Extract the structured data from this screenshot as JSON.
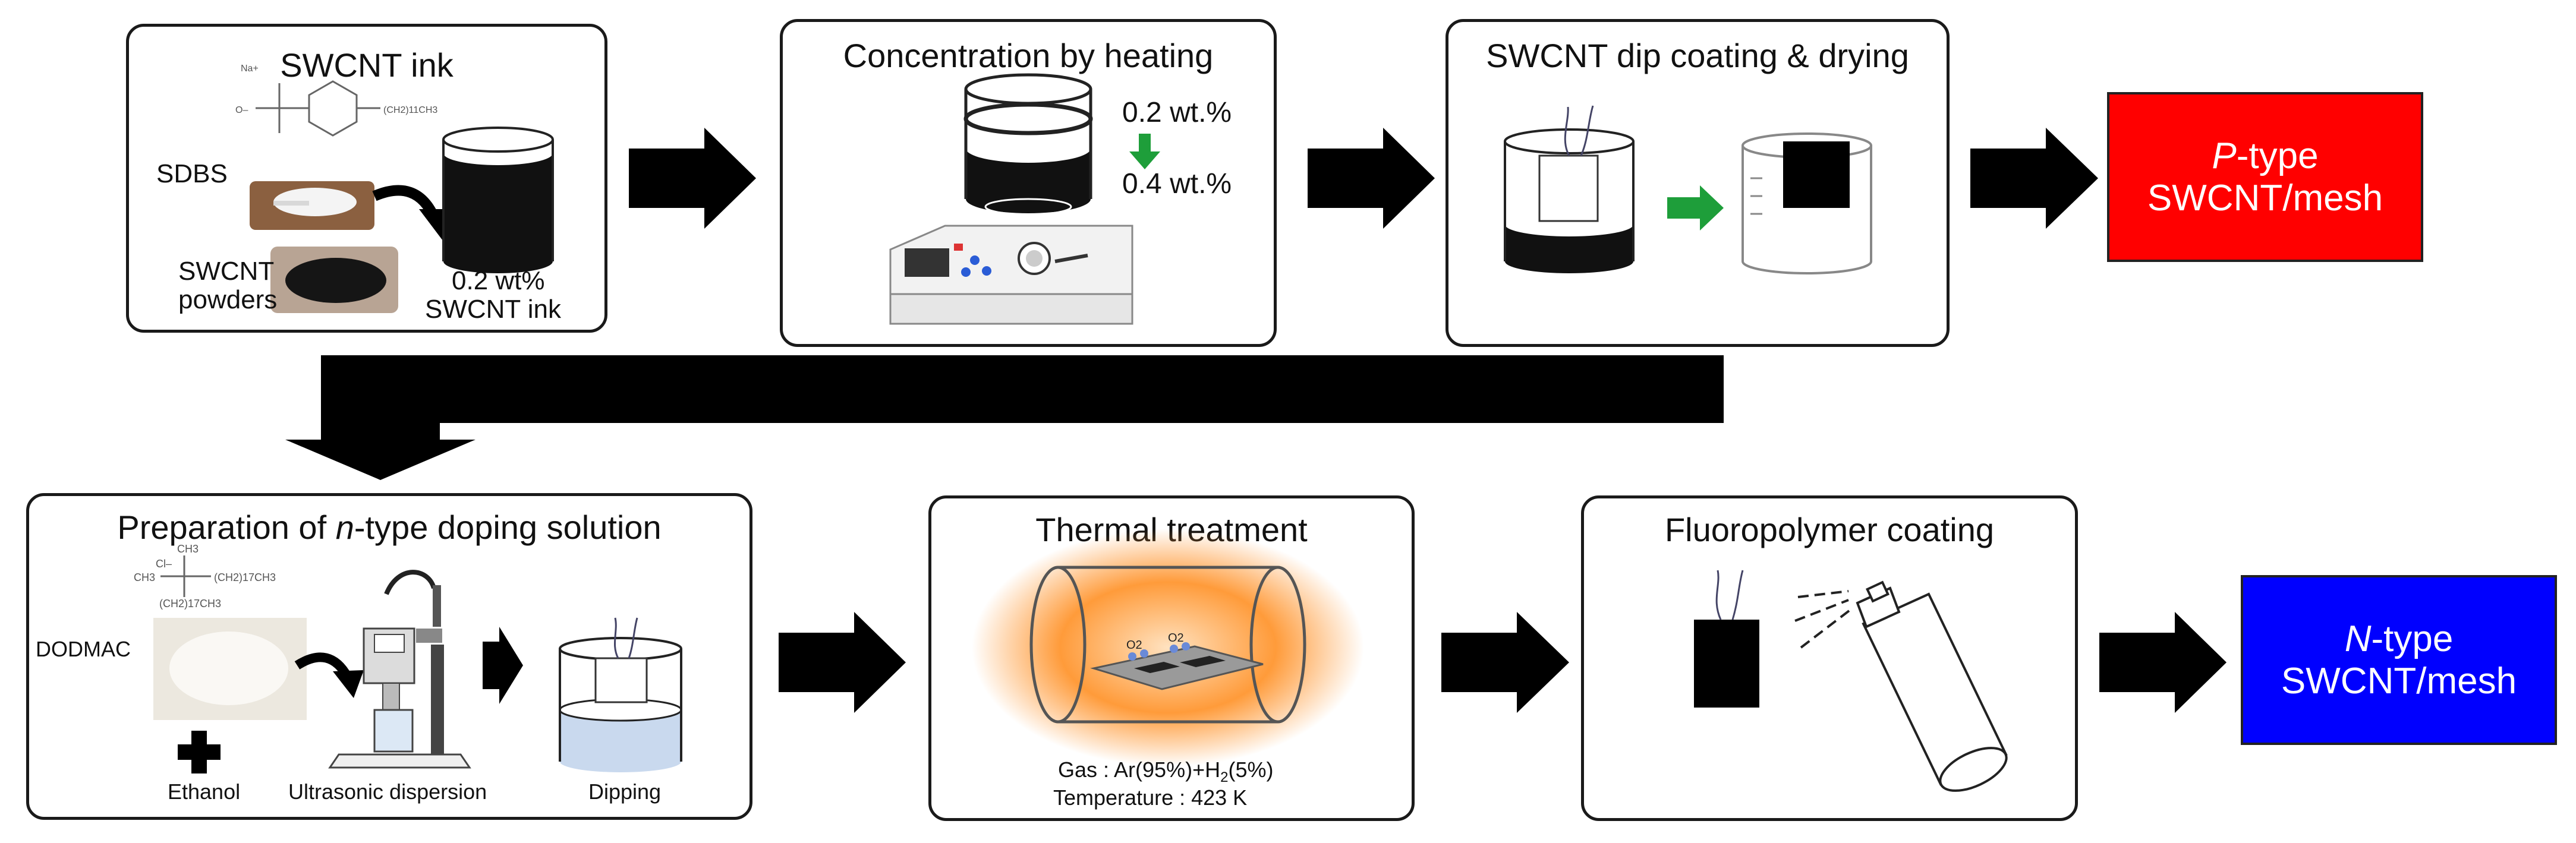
{
  "step1": {
    "title": "SWCNT ink",
    "sdbs": "SDBS",
    "powders_1": "SWCNT",
    "powders_2": "powders",
    "ink_1": "0.2 wt%",
    "ink_2": "SWCNT ink"
  },
  "step2": {
    "title": "Concentration by heating",
    "from": "0.2 wt.%",
    "to": "0.4 wt.%"
  },
  "step3": {
    "title": "SWCNT dip coating & drying"
  },
  "p_output": {
    "prefix": "P",
    "suffix": "-type",
    "line2": "SWCNT/mesh",
    "color": "#ff0000"
  },
  "step4": {
    "title_a": "Preparation of ",
    "title_b": "n",
    "title_c": "-type doping solution",
    "dodmac": "DODMAC",
    "ethanol": "Ethanol",
    "ultrasonic": "Ultrasonic dispersion",
    "dipping": "Dipping"
  },
  "step5": {
    "title": "Thermal treatment",
    "gas_a": "Gas : Ar(95%)+H",
    "gas_sub": "2",
    "gas_b": "(5%)",
    "temp": "Temperature : 423 K"
  },
  "step6": {
    "title": "Fluoropolymer coating"
  },
  "n_output": {
    "prefix": "N",
    "suffix": "-type",
    "line2": "SWCNT/mesh",
    "color": "#0000ff"
  },
  "colors": {
    "arrow": "#000000",
    "green": "#1e9e3a",
    "glow": "#ff8a1e",
    "liquid": "#c9d9ee"
  }
}
